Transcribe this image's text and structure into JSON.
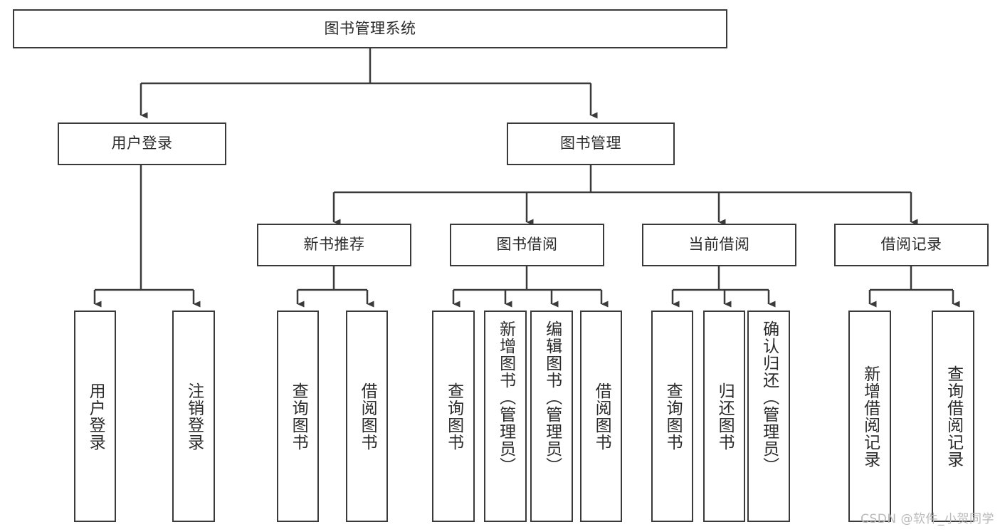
{
  "diagram": {
    "title": "图书管理系统",
    "type": "tree-hierarchy-diagram",
    "colors": {
      "box_border": "#3a3a3a",
      "box_fill": "#ffffff",
      "edge": "#3a3a3a",
      "text": "#2b2b2b",
      "watermark": "#b9b9b9",
      "background": "#ffffff"
    },
    "root": {
      "label": "图书管理系统"
    },
    "level2": [
      {
        "id": "user-login",
        "label": "用户登录"
      },
      {
        "id": "book-management",
        "label": "图书管理"
      }
    ],
    "level3": [
      {
        "id": "new-book-recommend",
        "label": "新书推荐"
      },
      {
        "id": "book-borrow",
        "label": "图书借阅"
      },
      {
        "id": "current-borrow",
        "label": "当前借阅"
      },
      {
        "id": "borrow-record",
        "label": "借阅记录"
      }
    ],
    "leaves": {
      "user_login": [
        {
          "id": "leaf-user-login",
          "label": "用户登录"
        },
        {
          "id": "leaf-logout-login",
          "label": "注销登录"
        }
      ],
      "new_book_recommend": [
        {
          "id": "leaf-query-book-1",
          "label": "查询图书"
        },
        {
          "id": "leaf-borrow-book-1",
          "label": "借阅图书"
        }
      ],
      "book_borrow": [
        {
          "id": "leaf-query-book-2",
          "label": "查询图书"
        },
        {
          "id": "leaf-add-book",
          "label": "新增图书（管理员）"
        },
        {
          "id": "leaf-edit-book",
          "label": "编辑图书（管理员）"
        },
        {
          "id": "leaf-borrow-book-2",
          "label": "借阅图书"
        }
      ],
      "current_borrow": [
        {
          "id": "leaf-query-book-3",
          "label": "查询图书"
        },
        {
          "id": "leaf-return-book",
          "label": "归还图书"
        },
        {
          "id": "leaf-confirm-return",
          "label": "确认归还（管理员）"
        }
      ],
      "borrow_record": [
        {
          "id": "leaf-add-record",
          "label": "新增借阅记录"
        },
        {
          "id": "leaf-query-record",
          "label": "查询借阅记录"
        }
      ]
    },
    "watermark": "CSDN @软件_小贺同学"
  }
}
